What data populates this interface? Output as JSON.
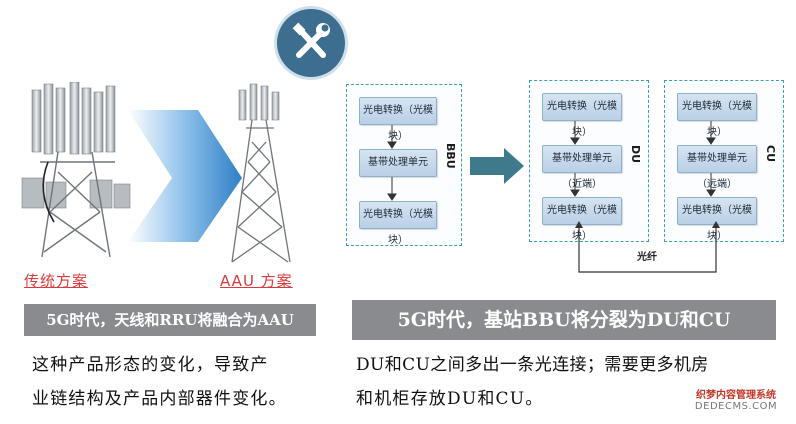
{
  "left": {
    "traditional_label": "传统方案",
    "aau_label": "AAU 方案",
    "banner": "5G时代，天线和RRU将融合为AAU",
    "text_line1": "这种产品形态的变化，导致产",
    "text_line2": "业链结构及产品内部器件变化。"
  },
  "diagram": {
    "bbu": {
      "label": "BBU",
      "blocks": [
        "光电转换（光模块）",
        "基带处理单元",
        "光电转换（光模块）"
      ]
    },
    "du": {
      "label": "DU",
      "blocks": [
        "光电转换（光模块）",
        "基带处理单元（近端）",
        "光电转换（光模块）"
      ]
    },
    "cu": {
      "label": "CU",
      "blocks": [
        "光电转换（光模块）",
        "基带处理单元（远端）",
        "光电转换（光模块）"
      ]
    },
    "link_label": "光纤"
  },
  "right": {
    "banner": "5G时代，基站BBU将分裂为DU和CU",
    "text_line1": "DU和CU之间多出一条光连接；需要更多机房",
    "text_line2": "和机柜存放DU和CU。"
  },
  "watermark": {
    "line1": "织梦内容管理系统",
    "line2": "DEDECMS.COM"
  },
  "colors": {
    "banner_gray": "#8a8b8e",
    "badge_blue": "#3d6e8f",
    "arrow_blue": "#2f7fc6",
    "panel_border": "#3aa0b5",
    "label_red": "#d83b3b"
  }
}
